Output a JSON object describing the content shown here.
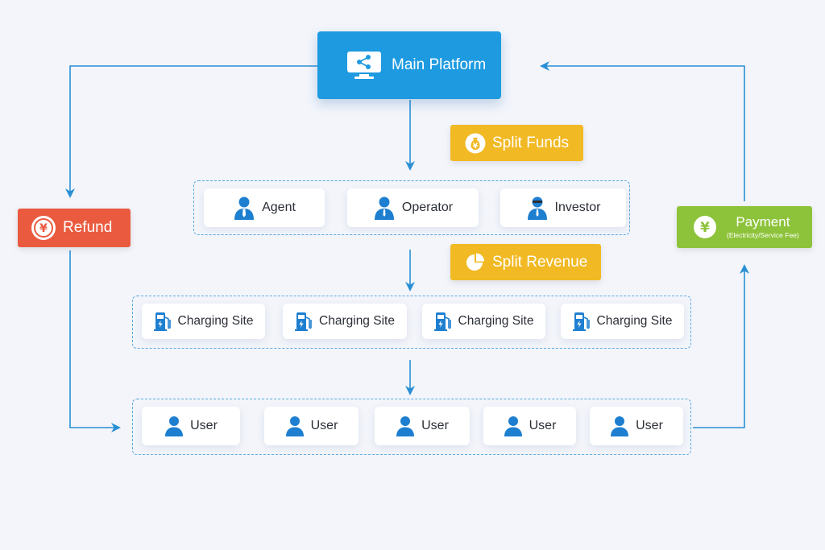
{
  "main_platform": {
    "label": "Main Platform",
    "icon": "share-monitor-icon"
  },
  "split_funds": {
    "label": "Split Funds",
    "icon": "money-bag-yen-icon"
  },
  "split_revenue": {
    "label": "Split Revenue",
    "icon": "pie-chart-icon"
  },
  "refund": {
    "label": "Refund",
    "icon": "yen-circle-icon"
  },
  "payment": {
    "label": "Payment",
    "sublabel": "(Electricity/Service Fee)",
    "icon": "yen-square-icon"
  },
  "roles": [
    {
      "label": "Agent",
      "icon": "agent-person-icon"
    },
    {
      "label": "Operator",
      "icon": "operator-person-icon"
    },
    {
      "label": "Investor",
      "icon": "investor-person-icon"
    }
  ],
  "sites": [
    {
      "label": "Charging Site",
      "icon": "charging-station-icon"
    },
    {
      "label": "Charging Site",
      "icon": "charging-station-icon"
    },
    {
      "label": "Charging Site",
      "icon": "charging-station-icon"
    },
    {
      "label": "Charging Site",
      "icon": "charging-station-icon"
    }
  ],
  "users": [
    {
      "label": "User",
      "icon": "user-icon"
    },
    {
      "label": "User",
      "icon": "user-icon"
    },
    {
      "label": "User",
      "icon": "user-icon"
    },
    {
      "label": "User",
      "icon": "user-icon"
    },
    {
      "label": "User",
      "icon": "user-icon"
    }
  ],
  "colors": {
    "primary_blue": "#1e9ae0",
    "funds_yellow": "#f1b923",
    "refund_red": "#ea5a3f",
    "payment_green": "#8dc33a",
    "connector_blue": "#2a8fd4"
  }
}
